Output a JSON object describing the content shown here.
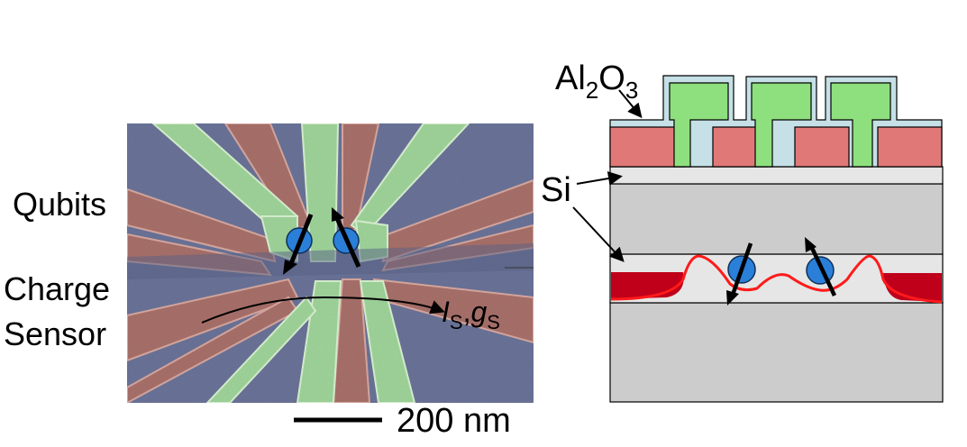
{
  "left_panel": {
    "type": "false-colored SEM micrograph",
    "labels": {
      "qubits": "Qubits",
      "charge": "Charge",
      "sensor": "Sensor",
      "sensor_current_symbol": "I",
      "sensor_current_sub": "S",
      "separator": ",",
      "sensor_conductance_symbol": "g",
      "sensor_conductance_sub": "S"
    },
    "scale_bar": {
      "label": "200 nm"
    },
    "gate_colors": {
      "green": "#9fd49a",
      "red": "#a8706a",
      "blue": "#6a7398"
    },
    "spin_color": "#2a7fd8"
  },
  "right_panel": {
    "type": "device cross-section",
    "labels": {
      "oxide_main": "Al",
      "oxide_sub1": "2",
      "oxide_o": "O",
      "oxide_sub2": "3",
      "silicon": "Si"
    },
    "layer_colors": {
      "oxide": "#c5e0e6",
      "upper_gates": "#8ee07e",
      "lower_gates": "#e07878",
      "si_cap": "#e6e6e6",
      "sige": "#cccccc",
      "well": "#e6e6e6",
      "electron_density": "#c0001a",
      "potential_line": "#ff1a1a"
    },
    "spin_color": "#2a7fd8"
  }
}
